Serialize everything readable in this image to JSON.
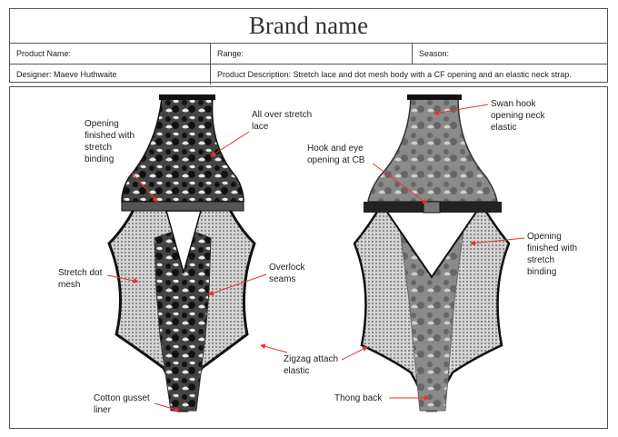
{
  "brand_name": "Brand name",
  "fields": {
    "product_name": "Product Name:",
    "range": "Range:",
    "season": "Season:",
    "designer": "Designer: Maeve Huthwaite",
    "description": "Product Description: Stretch lace and dot mesh body with a CF opening and an elastic neck strap."
  },
  "front_labels": {
    "opening_binding": [
      "Opening",
      "finished with",
      "stretch",
      "binding"
    ],
    "lace": [
      "All over stretch",
      "lace"
    ],
    "dot_mesh": [
      "Stretch dot",
      "mesh"
    ],
    "overlock": [
      "Overlock",
      "seams"
    ],
    "zigzag": [
      "Zigzag attach",
      "elastic"
    ],
    "gusset": [
      "Cotton gusset",
      "liner"
    ]
  },
  "back_labels": {
    "swan_hook": [
      "Swan hook",
      "opening neck",
      "elastic"
    ],
    "hook_eye": [
      "Hook and eye",
      "opening at CB"
    ],
    "opening_binding": [
      "Opening",
      "finished with",
      "stretch",
      "binding"
    ],
    "thong": "Thong back"
  },
  "colors": {
    "arrow": "#e8322b",
    "frame": "#555555"
  }
}
